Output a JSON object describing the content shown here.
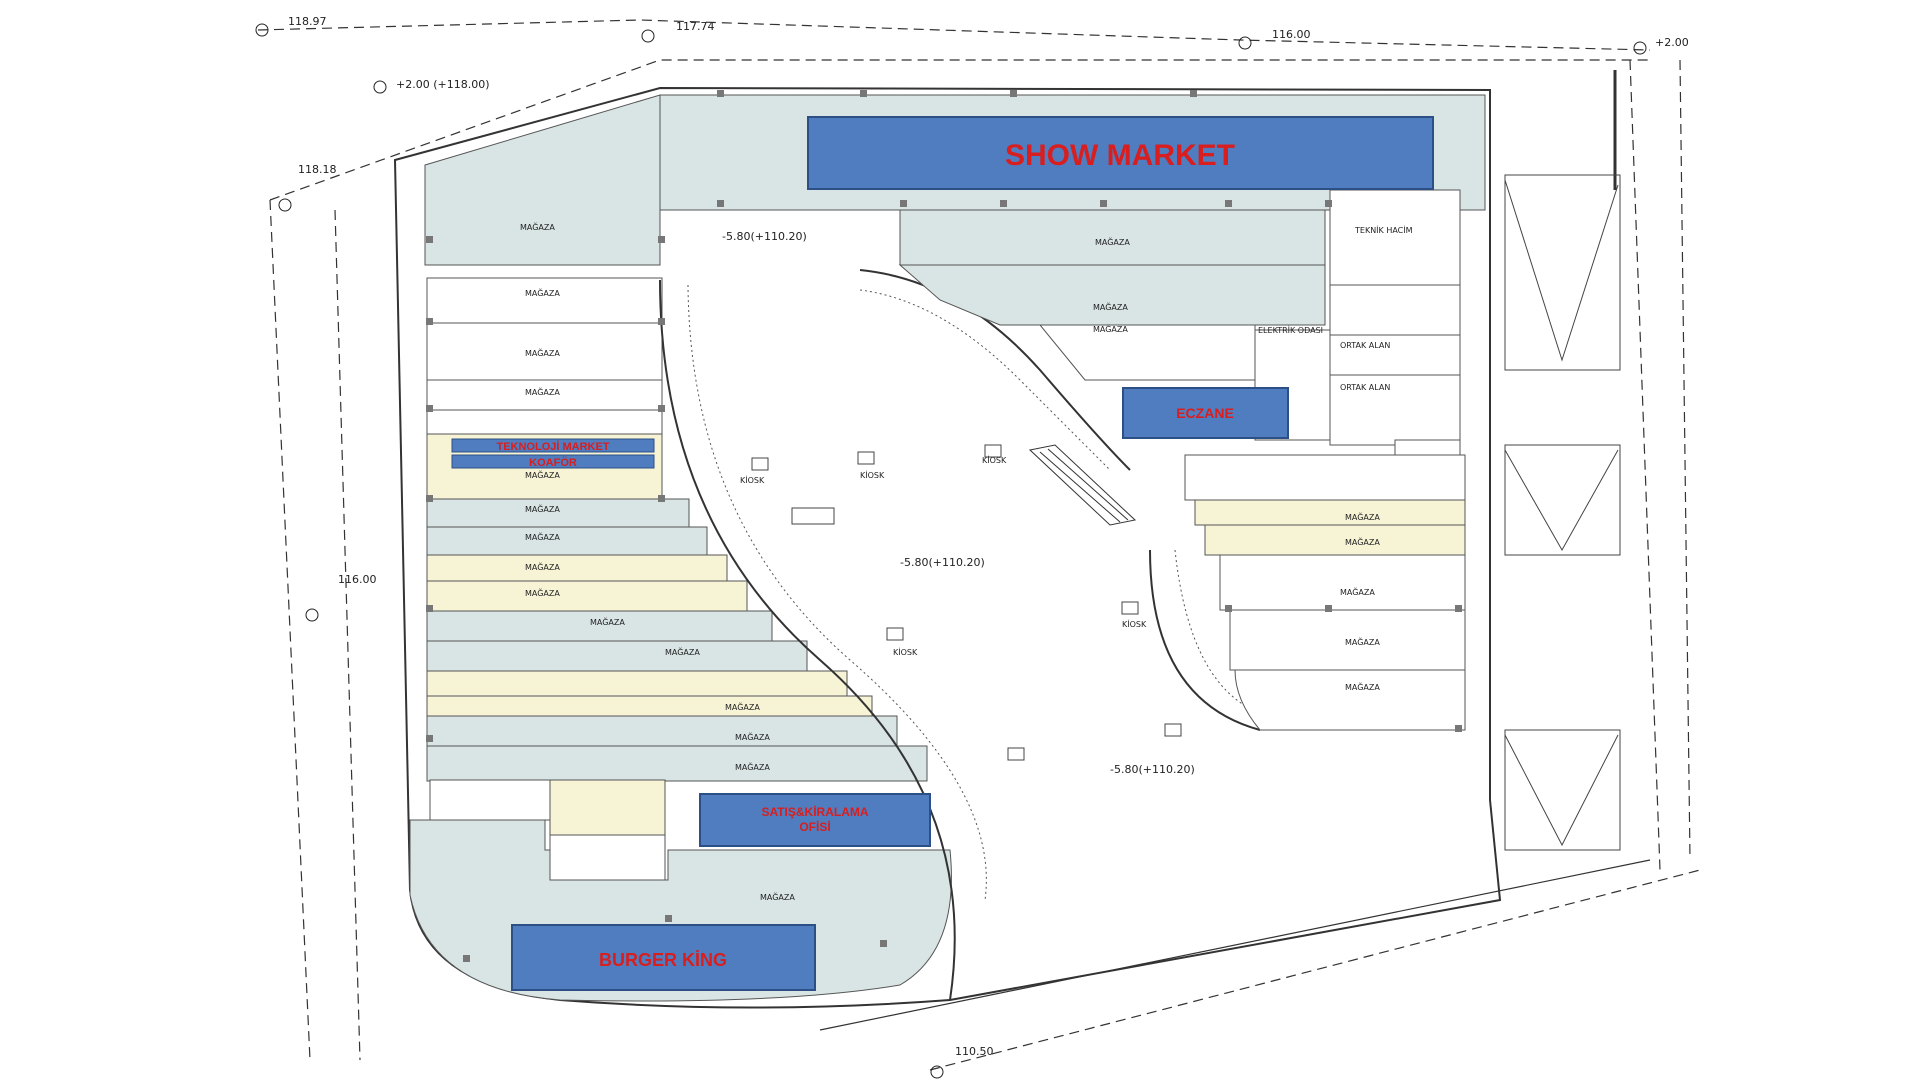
{
  "tenants": {
    "show_market": "SHOW MARKET",
    "eczane": "ECZANE",
    "teknoloji": "TEKNOLOJİ MARKET",
    "koafor": "KOAFÖR",
    "satis_line1": "SATIŞ&KİRALAMA",
    "satis_line2": "OFİSİ",
    "burger_king": "BURGER KİNG"
  },
  "elevations": {
    "top_left": "118.97",
    "top_mid": "117.74",
    "top_right": "116.00",
    "right_top": "+2.00",
    "left_upper": "+2.00 (+118.00)",
    "left_mid": "118.18",
    "left_side": "116.00",
    "bottom": "110.50",
    "center_top": "-5.80(+110.20)",
    "center_mid": "-5.80(+110.20)",
    "center_bottom": "-5.80(+110.20)"
  },
  "small_labels": {
    "magaza": "MAĞAZA",
    "kiosk": "KİOSK",
    "teknik": "TEKNİK HACİM",
    "ortak": "ORTAK ALAN",
    "elektrik": "ELEKTRİK ODASI"
  },
  "colors": {
    "store_fill": "#d9e4e4",
    "yellow_fill": "#f7f4d6",
    "blue_box": "#4f7dc0",
    "red_text": "#d81e1e",
    "wall": "#333333"
  }
}
